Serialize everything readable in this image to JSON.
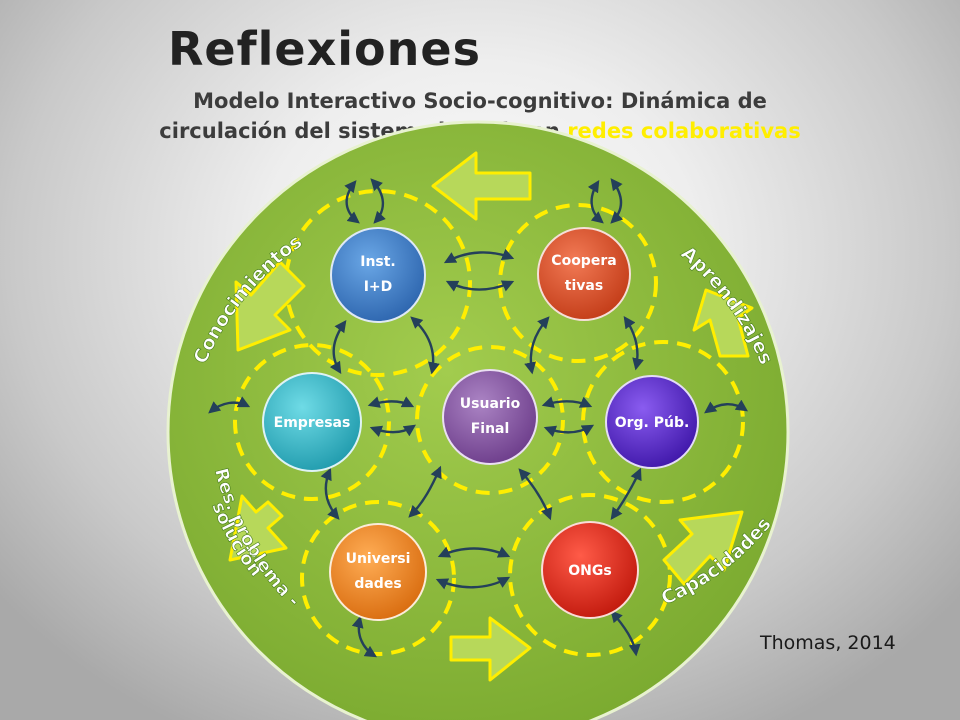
{
  "header": {
    "title": "Reflexiones",
    "subtitle_line1": "Modelo Interactivo Socio-cognitivo: Dinámica de",
    "subtitle_line2_prefix": "circulación del sistema basado en ",
    "subtitle_line2_highlight": "redes colaborativas"
  },
  "nodes": [
    {
      "id": "inst",
      "line1": "Inst.",
      "line2": "I+D",
      "color": "#3d7ec9"
    },
    {
      "id": "coop",
      "line1": "Coopera",
      "line2": "tivas",
      "color": "#e0522b"
    },
    {
      "id": "empresas",
      "line1": "Empresas",
      "line2": "",
      "color": "#3bbccc"
    },
    {
      "id": "usuario",
      "line1": "Usuario",
      "line2": "Final",
      "color": "#8a5aa6"
    },
    {
      "id": "orgpub",
      "line1": "Org. Púb.",
      "line2": "",
      "color": "#5a2ad0"
    },
    {
      "id": "univ",
      "line1": "Universi",
      "line2": "dades",
      "color": "#f08a24"
    },
    {
      "id": "ongs",
      "line1": "ONGs",
      "line2": "",
      "color": "#e32d1d"
    }
  ],
  "curved_labels": {
    "conocimientos": "Conocimientos",
    "aprendizajes": "Aprendizajes",
    "res_problema": "Res. problema -",
    "solucion": "solución",
    "capacidades": "Capacidades"
  },
  "credit": "Thomas, 2014",
  "colors": {
    "big_circle": "#8ab83a",
    "dashed_ring": "#ffee00",
    "arrow_fill": "#b7d85a",
    "arrow_stroke": "#ffee00",
    "connector": "#24405a"
  }
}
